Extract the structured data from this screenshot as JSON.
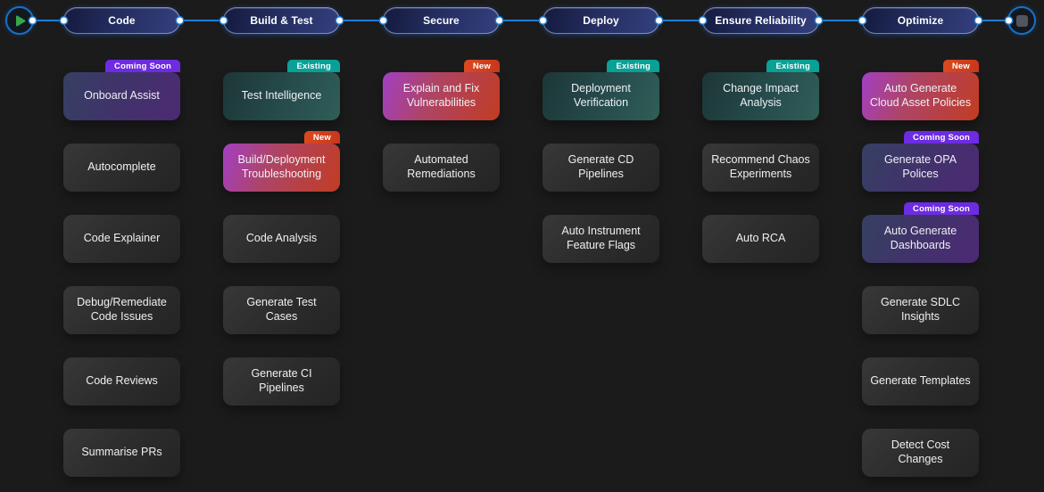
{
  "controls": {
    "run_icon": "play-icon",
    "stop_icon": "stop-icon"
  },
  "colors": {
    "background": "#1b1b1c",
    "connector_blue": "#1c7dd2",
    "play_green": "#35a84c",
    "badge_coming_soon": "#6d2be2",
    "badge_existing": "#0aa095",
    "badge_new": "#d2401e"
  },
  "stages": [
    {
      "label": "Code",
      "cards": [
        {
          "label": "Onboard Assist",
          "badge": "Coming Soon"
        },
        {
          "label": "Autocomplete",
          "badge": null
        },
        {
          "label": "Code Explainer",
          "badge": null
        },
        {
          "label": "Debug/Remediate Code Issues",
          "badge": null
        },
        {
          "label": "Code Reviews",
          "badge": null
        },
        {
          "label": "Summarise PRs",
          "badge": null
        }
      ]
    },
    {
      "label": "Build & Test",
      "cards": [
        {
          "label": "Test Intelligence",
          "badge": "Existing"
        },
        {
          "label": "Build/Deployment Troubleshooting",
          "badge": "New"
        },
        {
          "label": "Code Analysis",
          "badge": null
        },
        {
          "label": "Generate Test Cases",
          "badge": null
        },
        {
          "label": "Generate CI Pipelines",
          "badge": null
        }
      ]
    },
    {
      "label": "Secure",
      "cards": [
        {
          "label": "Explain and Fix Vulnerabilities",
          "badge": "New"
        },
        {
          "label": "Automated Remediations",
          "badge": null
        }
      ]
    },
    {
      "label": "Deploy",
      "cards": [
        {
          "label": "Deployment Verification",
          "badge": "Existing"
        },
        {
          "label": "Generate CD Pipelines",
          "badge": null
        },
        {
          "label": "Auto Instrument Feature Flags",
          "badge": null
        }
      ]
    },
    {
      "label": "Ensure Reliability",
      "cards": [
        {
          "label": "Change Impact Analysis",
          "badge": "Existing"
        },
        {
          "label": "Recommend Chaos Experiments",
          "badge": null
        },
        {
          "label": "Auto RCA",
          "badge": null
        }
      ]
    },
    {
      "label": "Optimize",
      "cards": [
        {
          "label": "Auto Generate Cloud Asset Policies",
          "badge": "New"
        },
        {
          "label": "Generate OPA Polices",
          "badge": "Coming Soon"
        },
        {
          "label": "Auto Generate Dashboards",
          "badge": "Coming Soon"
        },
        {
          "label": "Generate SDLC Insights",
          "badge": null
        },
        {
          "label": "Generate Templates",
          "badge": null
        },
        {
          "label": "Detect Cost Changes",
          "badge": null
        }
      ]
    }
  ]
}
